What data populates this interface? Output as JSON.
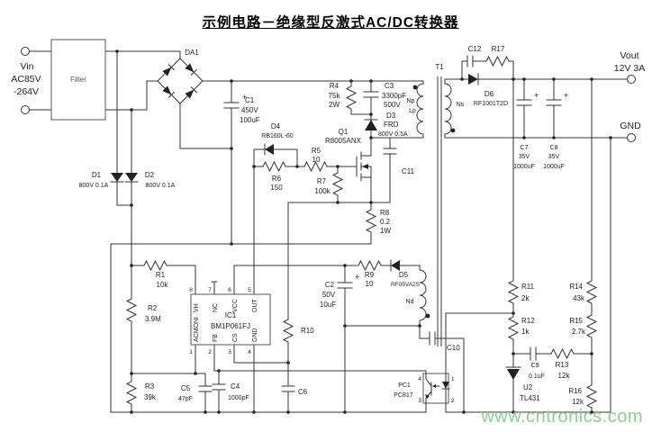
{
  "title": "示例电路－绝缘型反激式AC/DC转换器",
  "watermark": "www.cntronics.com",
  "terminals": {
    "vin": [
      "Vin",
      "AC85V",
      "-264V"
    ],
    "vout": [
      "Vout",
      "12V 3A"
    ],
    "gnd": "GND"
  },
  "blocks": {
    "filter": "Filter",
    "bridge": "DA1",
    "transformer": "T1"
  },
  "windings": {
    "np": "Np",
    "lp": "Lp",
    "ns": "Ns",
    "nd": "Nd"
  },
  "symbols": {
    "plus": "+"
  },
  "c": {
    "d1": [
      "D1",
      "800V 0.1A"
    ],
    "d2": [
      "D2",
      "800V 0.1A"
    ],
    "c1": [
      "C1",
      "450V",
      "100uF"
    ],
    "r4": [
      "R4",
      "75k",
      "2W"
    ],
    "c3": [
      "C3",
      "3300pF",
      "500V"
    ],
    "d3": [
      "D3",
      "FRD",
      "800V 0.5A"
    ],
    "q1": [
      "Q1",
      "R8005ANX"
    ],
    "d4": [
      "D4",
      "RB160L-60"
    ],
    "r5": [
      "R5",
      "10"
    ],
    "r6": [
      "R6",
      "150"
    ],
    "r7": [
      "R7",
      "100k"
    ],
    "r8": [
      "R8",
      "0.2",
      "1W"
    ],
    "c11": "C11",
    "c12": "C12",
    "r17": "R17",
    "d6": [
      "D6",
      "RF1001T2D"
    ],
    "c7": [
      "C7",
      "35V",
      "1000uF"
    ],
    "c8": [
      "C8",
      "35V",
      "1000uF"
    ],
    "r9": [
      "R9",
      "10"
    ],
    "d5": [
      "D5",
      "RF05VA2S"
    ],
    "c2": [
      "C2",
      "50V",
      "10uF"
    ],
    "r10": "R10",
    "c10": "C10",
    "r1": [
      "R1",
      "10k"
    ],
    "r2": [
      "R2",
      "3.9M"
    ],
    "r3": [
      "R3",
      "39k"
    ],
    "c5": [
      "C5",
      "47pF"
    ],
    "c4": [
      "C4",
      "1000pF"
    ],
    "c6": "C6",
    "ic1": {
      "ref": "IC1",
      "part": "BM1P061FJ",
      "top": [
        {
          "n": "8",
          "l": "VH"
        },
        {
          "n": "7",
          "l": "NC"
        },
        {
          "n": "6",
          "l": "VCC"
        },
        {
          "n": "5",
          "l": "OUT"
        }
      ],
      "bottom": [
        {
          "n": "1",
          "l": "ACMONI"
        },
        {
          "n": "2",
          "l": "FB"
        },
        {
          "n": "3",
          "l": "CS"
        },
        {
          "n": "4",
          "l": "GND"
        }
      ]
    },
    "pc1": {
      "ref": "PC1",
      "part": "PC817",
      "pins": [
        "4",
        "3",
        "1",
        "2"
      ]
    },
    "r11": [
      "R11",
      "2k"
    ],
    "r12": [
      "R12",
      "1k"
    ],
    "r13": [
      "R13",
      "12k"
    ],
    "r14": [
      "R14",
      "43k"
    ],
    "r15": [
      "R15",
      "2.7k"
    ],
    "r16": [
      "R16",
      "12k"
    ],
    "c9": [
      "C9",
      "0.1uF"
    ],
    "u2": [
      "U2",
      "TL431"
    ]
  },
  "colors": {
    "wire": "#333333",
    "text": "#222222",
    "core": "#9a9a9a",
    "watermark": "#8fcf8f",
    "background": "#ffffff"
  }
}
